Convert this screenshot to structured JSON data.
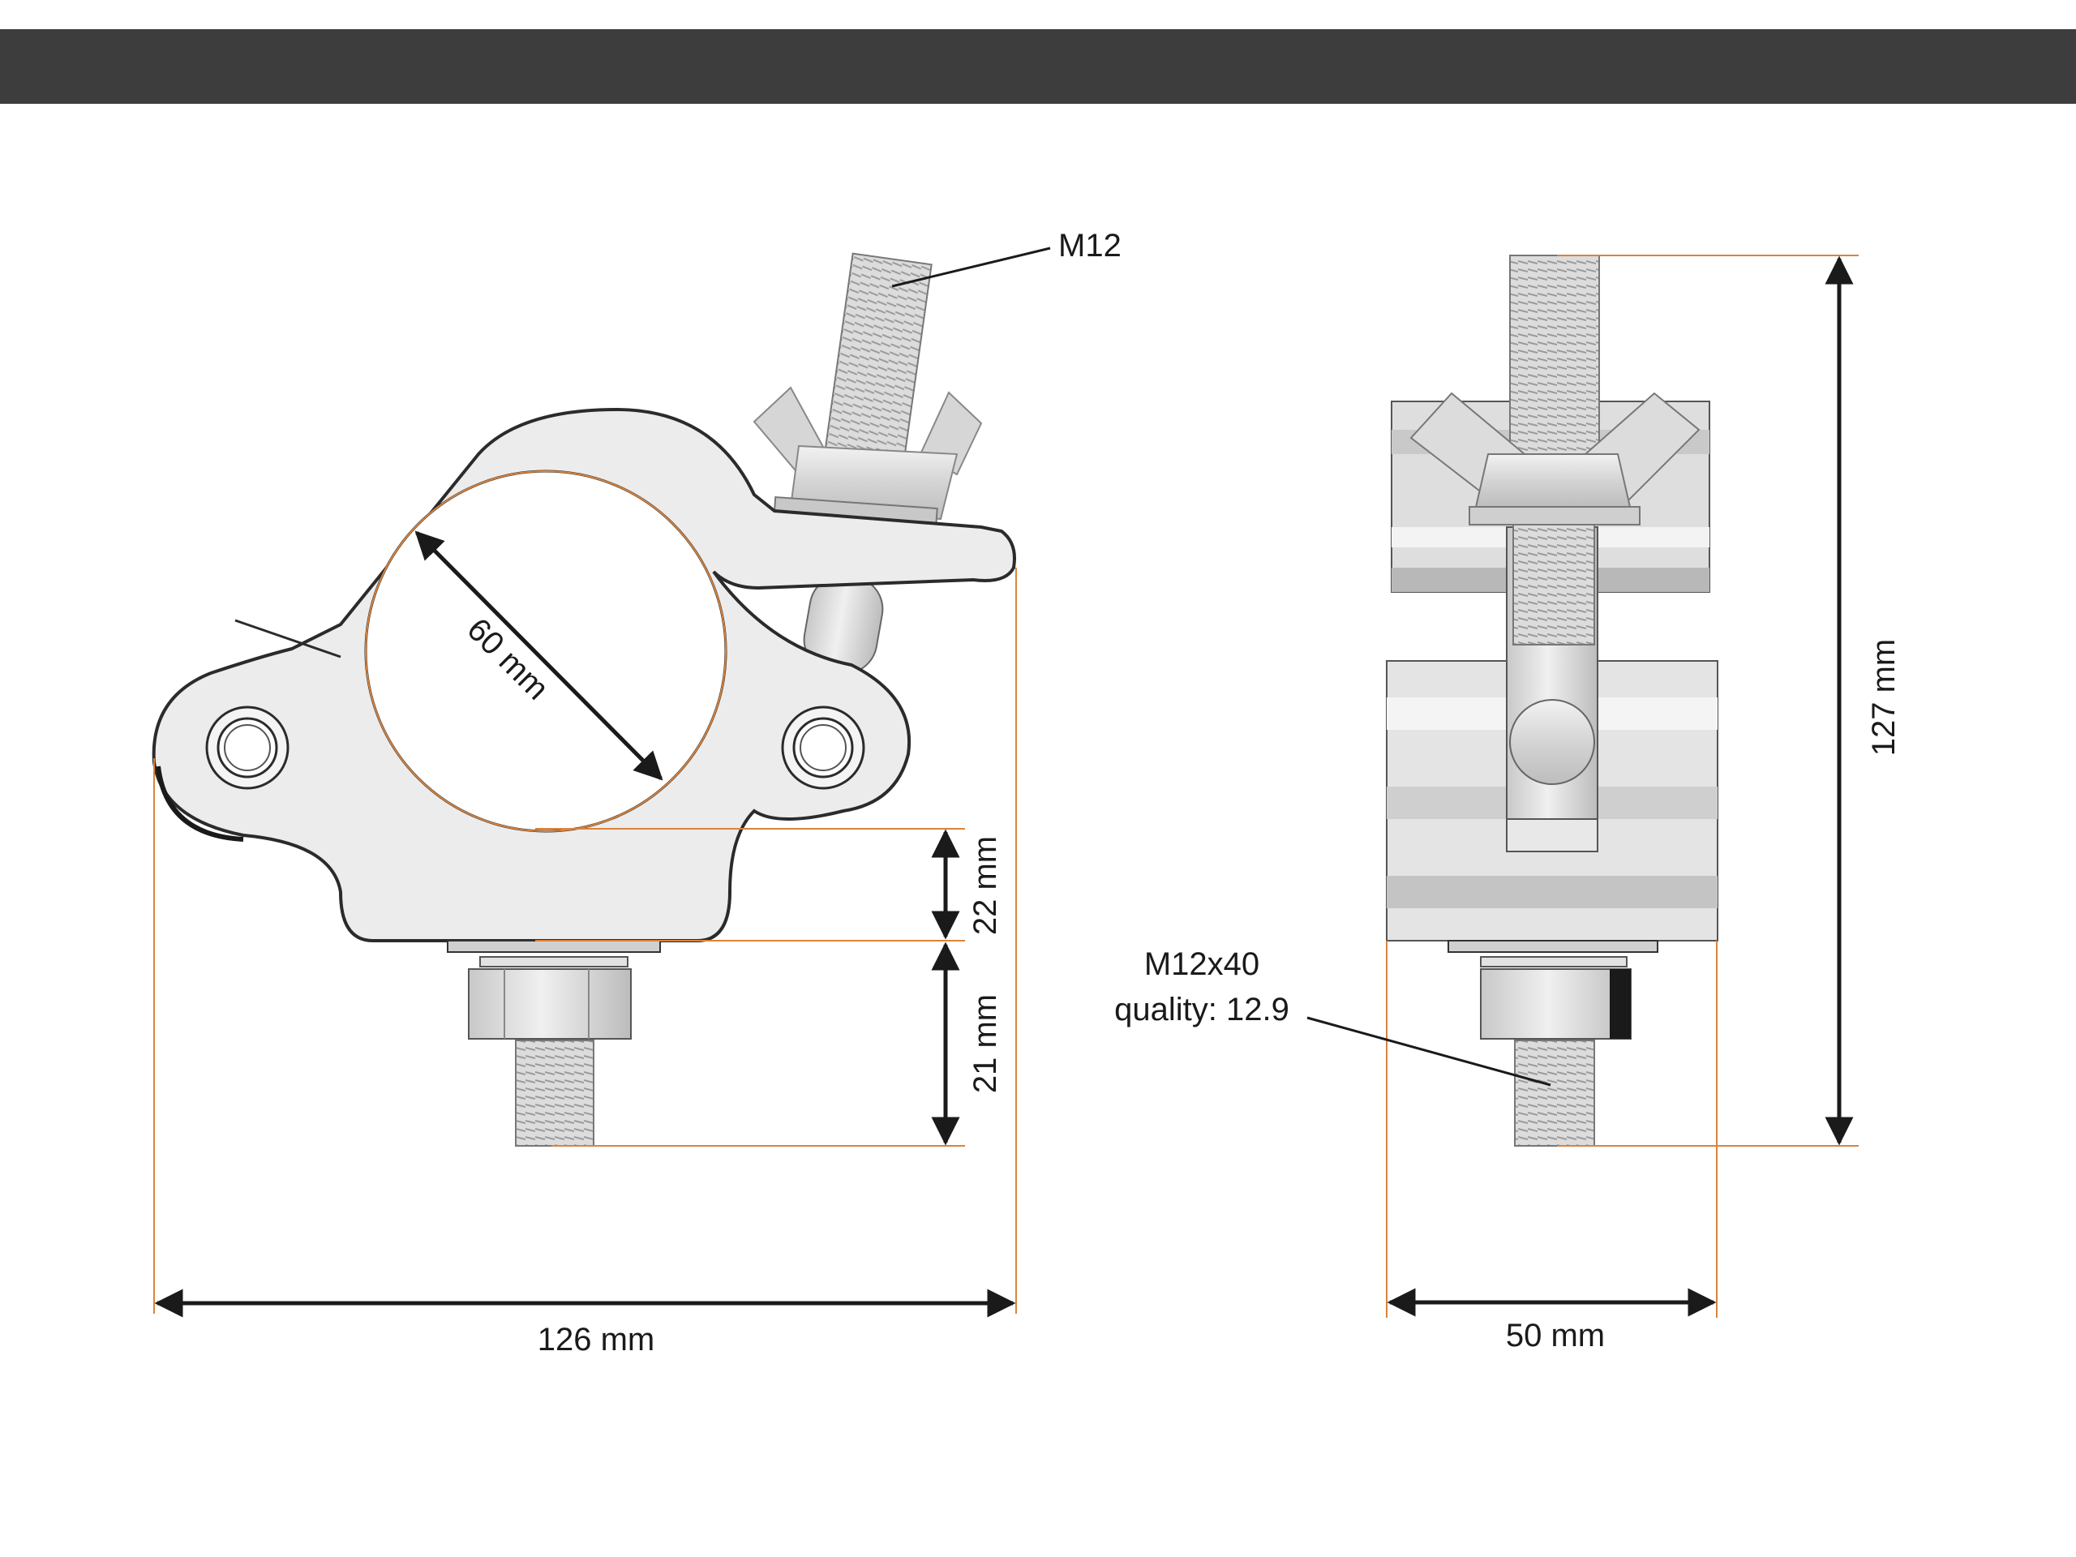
{
  "colors": {
    "header_bar": "#3d3d3d",
    "dimension_line": "#d9843e",
    "arrow": "#1a1a1a",
    "part_fill": "#ebebeb",
    "part_stroke": "#2b2b2b"
  },
  "side_view": {
    "thread_label": "M12",
    "tube_diameter": "60 mm",
    "jaw_height": "22 mm",
    "bolt_projection": "21 mm",
    "overall_width": "126 mm"
  },
  "front_view": {
    "bolt_label_line1": "M12x40",
    "bolt_label_line2": "quality: 12.9",
    "overall_height": "127 mm",
    "overall_width": "50 mm"
  }
}
